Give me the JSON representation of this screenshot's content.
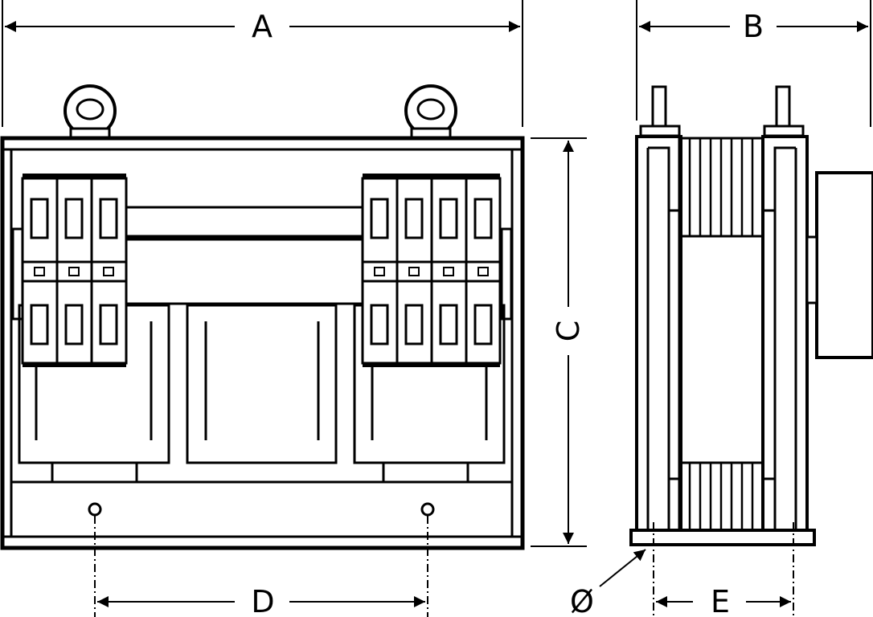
{
  "dimensions": {
    "A": "A",
    "B": "B",
    "C": "C",
    "D": "D",
    "E": "E",
    "diameter": "Ø"
  },
  "colors": {
    "line": "#000000",
    "background": "#ffffff"
  }
}
